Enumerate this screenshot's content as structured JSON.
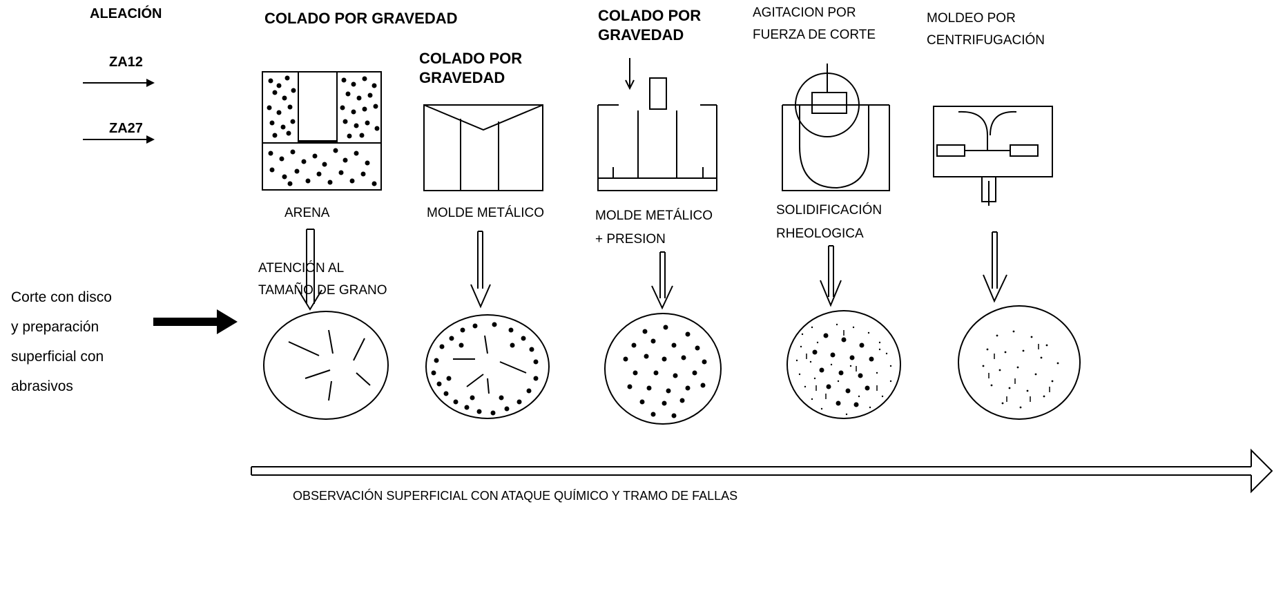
{
  "left": {
    "aleacion": "ALEACIÓN",
    "za12": "ZA12",
    "za27": "ZA27",
    "corte_lines": [
      "Corte  con disco",
      "y preparación",
      "superficial con",
      "abrasivos"
    ]
  },
  "processes": [
    {
      "title_lines": [
        "COLADO POR GRAVEDAD"
      ],
      "mold": "ARENA",
      "note_lines": [
        "ATENCIÓN AL",
        "TAMAÑO DE GRANO"
      ]
    },
    {
      "title_lines": [
        "COLADO POR",
        "GRAVEDAD"
      ],
      "mold": "MOLDE METÁLICO"
    },
    {
      "title_lines": [
        "COLADO POR",
        "GRAVEDAD"
      ],
      "mold_lines": [
        "MOLDE METÁLICO",
        "+ PRESION"
      ]
    },
    {
      "title_lines": [
        "AGITACION POR",
        "FUERZA DE CORTE"
      ],
      "mold_lines": [
        "SOLIDIFICACIÓN",
        "RHEOLOGICA"
      ]
    },
    {
      "title_lines": [
        "MOLDEO POR",
        "CENTRIFUGACIÓN"
      ]
    }
  ],
  "bottom": {
    "caption": "OBSERVACIÓN SUPERFICIAL CON ATAQUE QUÍMICO Y TRAMO DE FALLAS"
  },
  "colors": {
    "ink": "#000000",
    "background": "#ffffff"
  }
}
